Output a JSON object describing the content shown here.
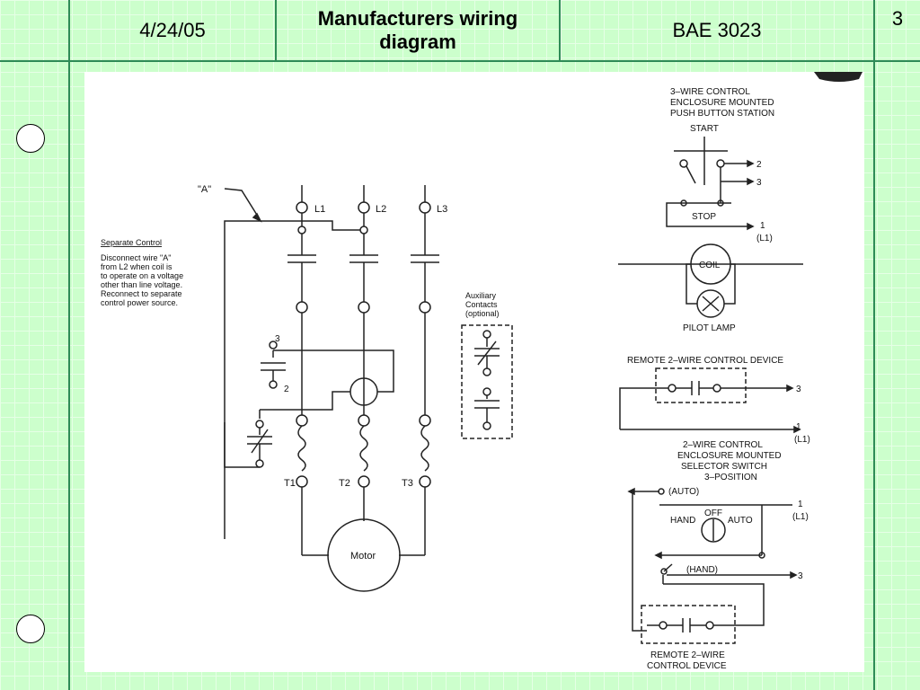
{
  "header": {
    "date": "4/24/05",
    "title_line1": "Manufacturers wiring",
    "title_line2": "diagram",
    "course": "BAE 3023",
    "page": "3"
  },
  "diagram": {
    "wire_a": "\"A\"",
    "l1": "L1",
    "l2": "L2",
    "l3": "L3",
    "t1": "T1",
    "t2": "T2",
    "t3": "T3",
    "motor": "Motor",
    "sep_title": "Separate Control",
    "sep_lines": [
      "Disconnect wire \"A\"",
      "from L2 when coil is",
      "to operate on a voltage",
      "other than line voltage.",
      "Reconnect to separate",
      "control power source."
    ],
    "aux": [
      "Auxiliary",
      "Contacts",
      "(optional)"
    ],
    "num_3": "3",
    "num_2": "2",
    "num_1": "1",
    "l1_paren": "(L1)",
    "three_wire": [
      "3–WIRE CONTROL",
      "ENCLOSURE MOUNTED",
      "PUSH BUTTON STATION"
    ],
    "start": "START",
    "stop": "STOP",
    "coil": "COIL",
    "pilot": "PILOT LAMP",
    "remote2": "REMOTE 2–WIRE CONTROL DEVICE",
    "two_wire": [
      "2–WIRE CONTROL",
      "ENCLOSURE MOUNTED",
      "SELECTOR SWITCH",
      "3–POSITION"
    ],
    "auto_paren": "(AUTO)",
    "hand_paren": "(HAND)",
    "hand": "HAND",
    "off": "OFF",
    "auto": "AUTO",
    "remote_bottom": [
      "REMOTE 2–WIRE",
      "CONTROL DEVICE"
    ]
  }
}
